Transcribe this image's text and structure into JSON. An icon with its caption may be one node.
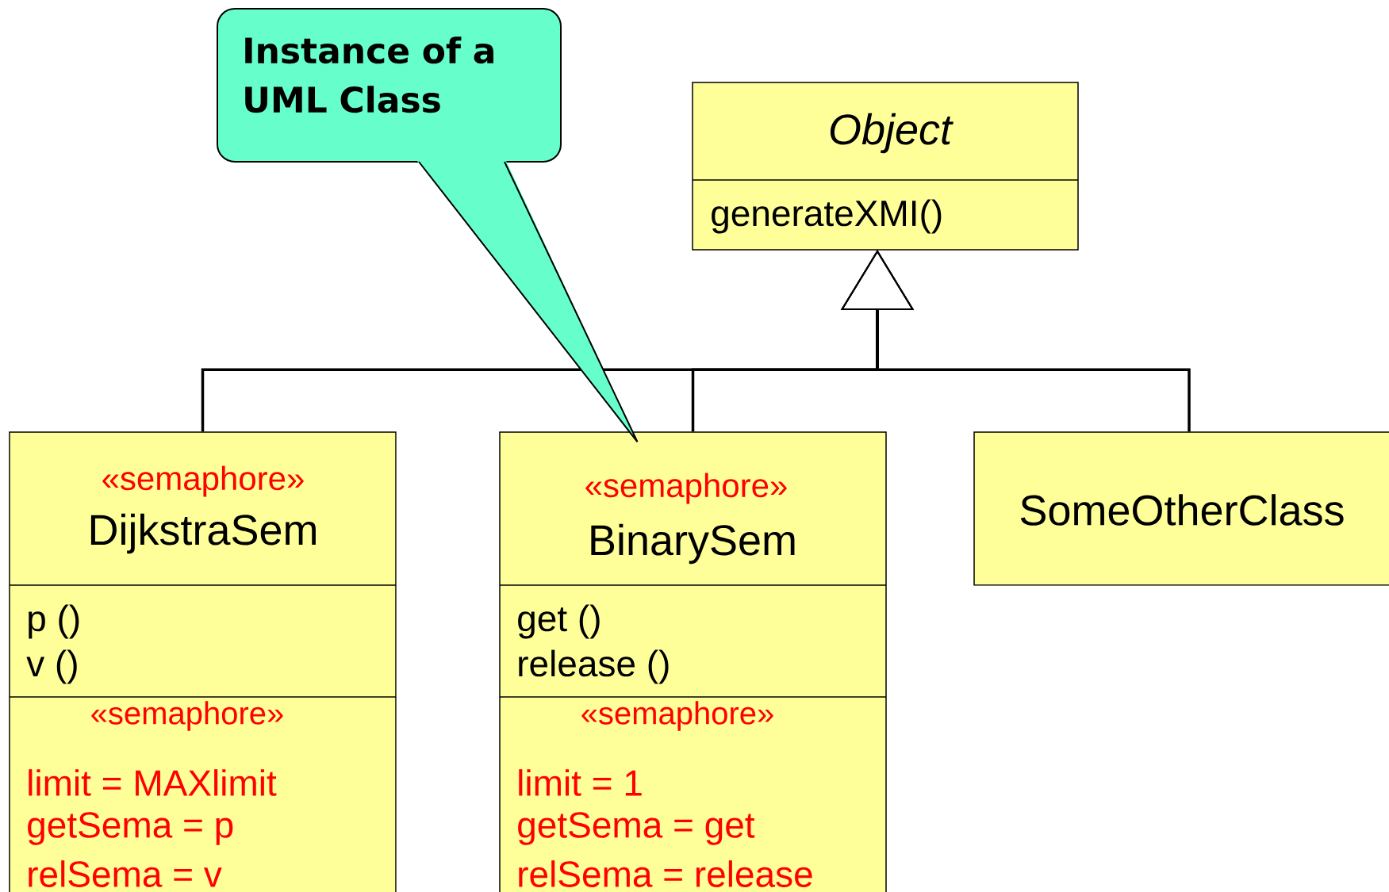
{
  "diagram": {
    "nodes": [
      {
        "text": [
          "Instance of a UML Class"
        ]
      },
      {
        "text": [
          "Object",
          "generateXMI()"
        ]
      },
      {
        "text": [
          "«semaphore»",
          "DijkstraSem",
          "p ()",
          "v ()",
          "«semaphore»",
          "limit = MAXlimit",
          "getSema = p",
          "relSema = v"
        ]
      },
      {
        "text": [
          "«semaphore»",
          "BinarySem",
          "get ()",
          "release ()",
          "«semaphore»",
          "limit = 1",
          "getSema = get",
          "relSema = release"
        ]
      },
      {
        "text": [
          "SomeOtherClass"
        ]
      }
    ],
    "edges": [
      {
        "from": 2,
        "to": 1,
        "arrow": "to"
      },
      {
        "from": 3,
        "to": 1,
        "arrow": "to"
      },
      {
        "from": 4,
        "to": 1,
        "arrow": "to"
      },
      {
        "from": 0,
        "to": 3,
        "arrow": "none"
      }
    ]
  }
}
